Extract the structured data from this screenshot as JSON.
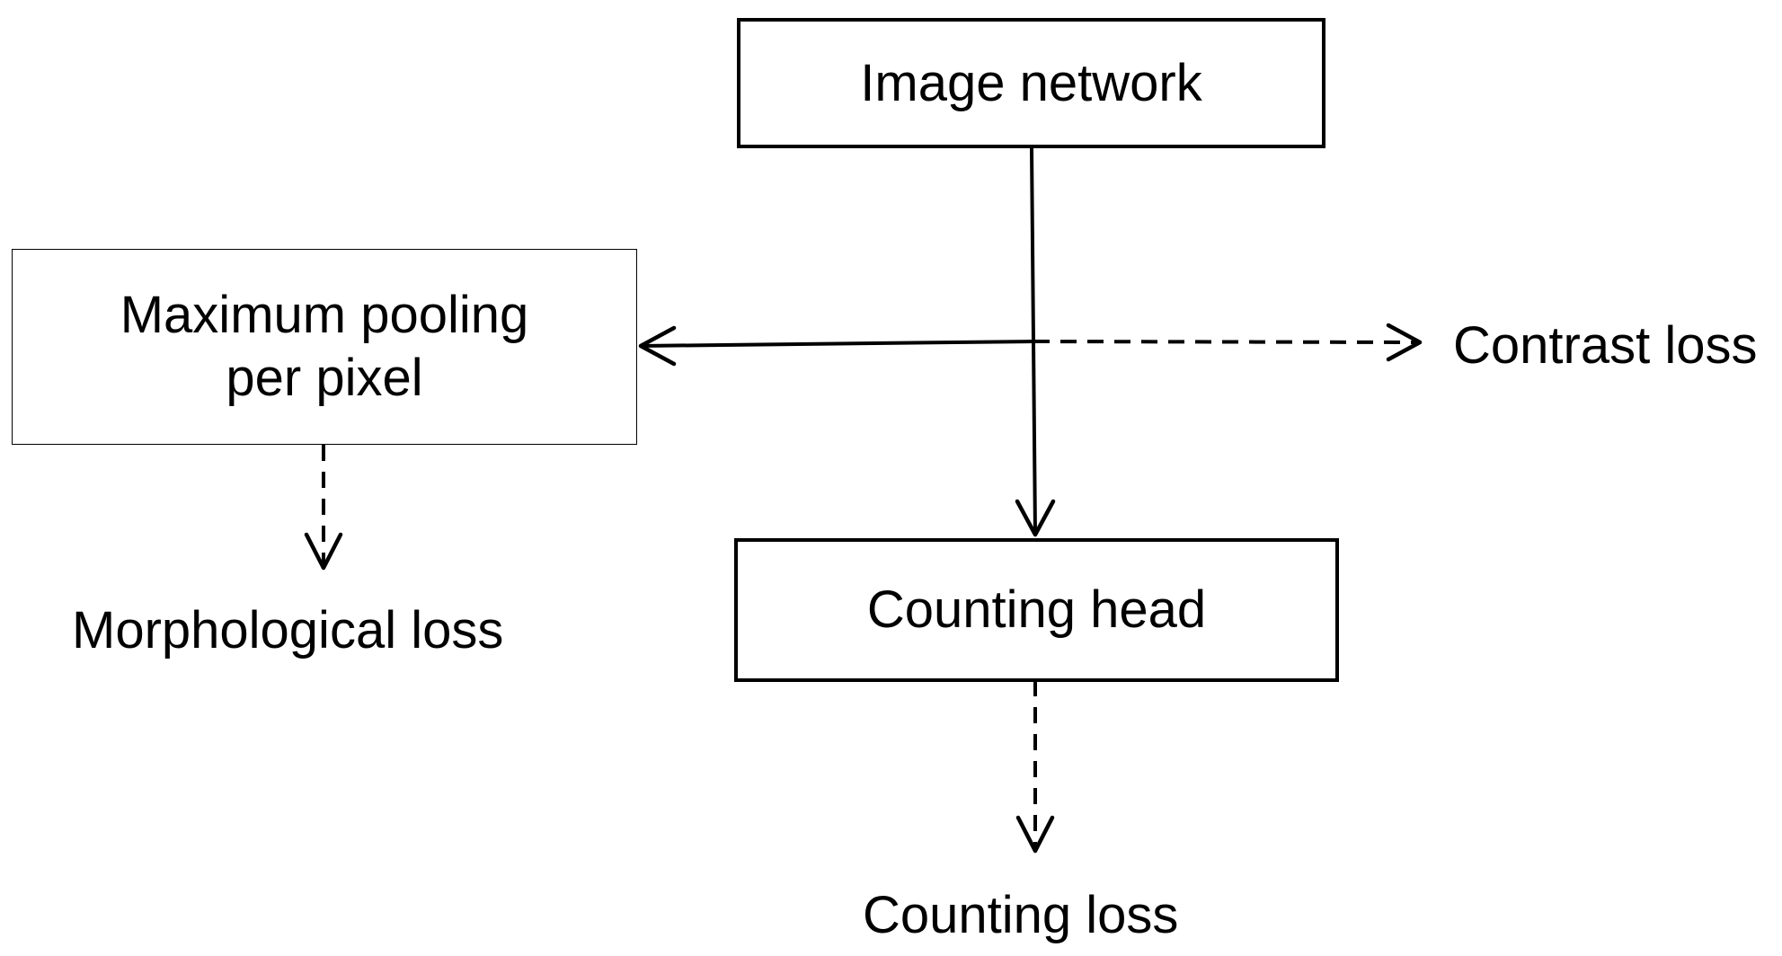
{
  "nodes": {
    "image_network": {
      "label": "Image network"
    },
    "max_pooling": {
      "line1": "Maximum pooling",
      "line2": "per pixel"
    },
    "counting_head": {
      "label": "Counting head"
    }
  },
  "outputs": {
    "contrast_loss": "Contrast loss",
    "morphological_loss": "Morphological loss",
    "counting_loss": "Counting loss"
  },
  "edges": [
    {
      "from": "image_network",
      "to": "counting_head",
      "style": "solid"
    },
    {
      "from": "image_network",
      "to": "max_pooling",
      "style": "solid"
    },
    {
      "from": "image_network",
      "to": "contrast_loss",
      "style": "dashed"
    },
    {
      "from": "max_pooling",
      "to": "morphological_loss",
      "style": "dashed"
    },
    {
      "from": "counting_head",
      "to": "counting_loss",
      "style": "dashed"
    }
  ],
  "colors": {
    "stroke": "#000000",
    "background": "#ffffff",
    "text": "#000000"
  }
}
